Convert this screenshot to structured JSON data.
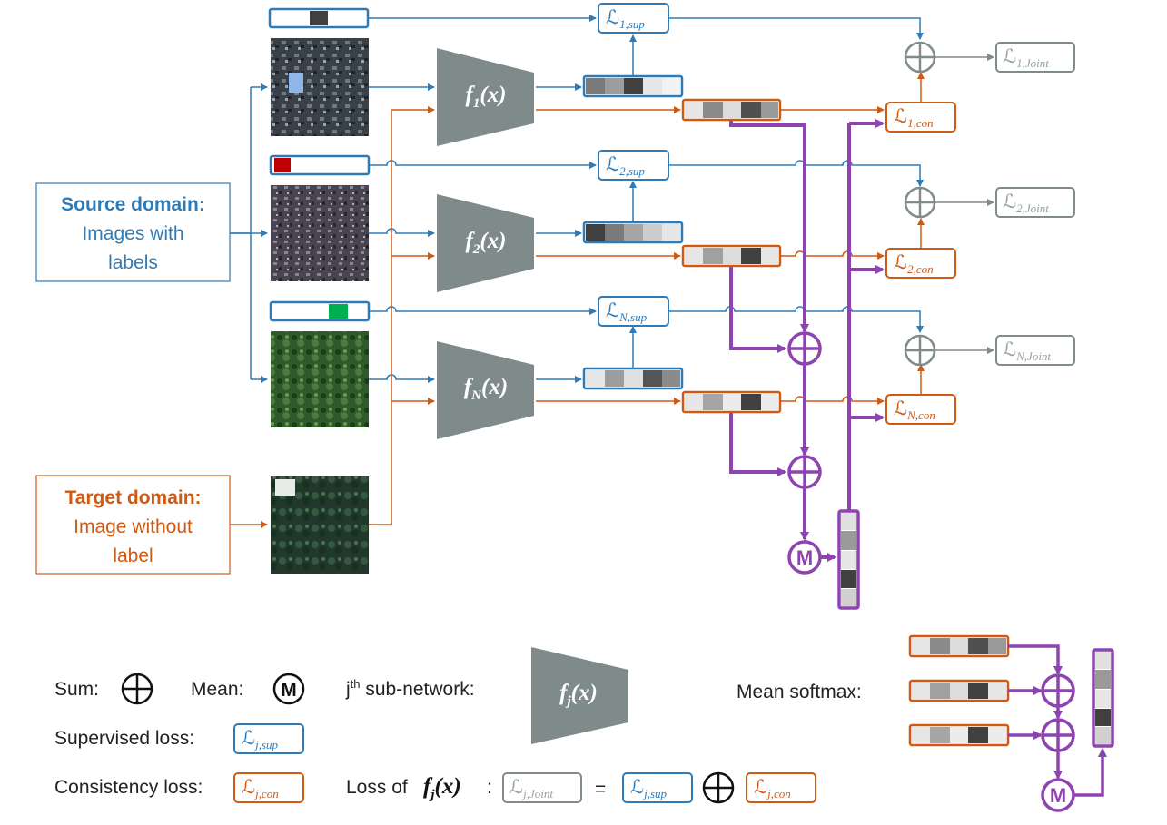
{
  "colors": {
    "blue": "#2e7bb7",
    "orange": "#cf5a14",
    "gray": "#808b8b",
    "purple": "#8e44b0",
    "red": "#c00000",
    "green": "#00b050",
    "dark_swatch": "#404040"
  },
  "boxes": {
    "source": {
      "bold": "Source domain:",
      "line1": "Images with",
      "line2": "labels"
    },
    "target": {
      "bold": "Target domain:",
      "line1": "Image without",
      "line2": "label"
    }
  },
  "networks": {
    "f1": {
      "f": "f",
      "sub": "1",
      "tail": "(x)"
    },
    "f2": {
      "f": "f",
      "sub": "2",
      "tail": "(x)"
    },
    "fN": {
      "f": "f",
      "sub": "N",
      "tail": "(x)"
    },
    "fj": {
      "f": "f",
      "sub": "j",
      "tail": "(x)"
    }
  },
  "losses": {
    "sup": [
      {
        "L": "ℒ",
        "sub": "1,sup"
      },
      {
        "L": "ℒ",
        "sub": "2,sup"
      },
      {
        "L": "ℒ",
        "sub": "N,sup"
      }
    ],
    "con": [
      {
        "L": "ℒ",
        "sub": "1,con"
      },
      {
        "L": "ℒ",
        "sub": "2,con"
      },
      {
        "L": "ℒ",
        "sub": "N,con"
      }
    ],
    "joint": [
      {
        "L": "ℒ",
        "sub": "1,Joint"
      },
      {
        "L": "ℒ",
        "sub": "2,Joint"
      },
      {
        "L": "ℒ",
        "sub": "N,Joint"
      }
    ]
  },
  "mean_symbol": "M",
  "legend": {
    "sum": "Sum:",
    "mean": "Mean:",
    "jth_pre": "j",
    "jth_sup": "th",
    "jth_post": " sub-network:",
    "mean_softmax": "Mean softmax:",
    "supervised": "Supervised loss:",
    "consistency": "Consistency loss:",
    "loss_of": "Loss of",
    "colon": ":",
    "equals": "=",
    "sup_label": {
      "L": "ℒ",
      "sub": "j,sup"
    },
    "con_label": {
      "L": "ℒ",
      "sub": "j,con"
    },
    "joint_label": {
      "L": "ℒ",
      "sub": "j,Joint"
    }
  }
}
